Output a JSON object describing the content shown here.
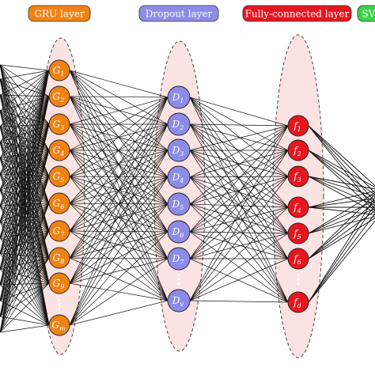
{
  "legend": [
    {
      "label": "GRU layer",
      "color": "#f08214"
    },
    {
      "label": "Dropout layer",
      "color": "#8c8ce8"
    },
    {
      "label": "Fully-connected layer",
      "color": "#e8141e"
    },
    {
      "label": "SVM",
      "color": "#3cd24a"
    }
  ],
  "layers": {
    "gru": {
      "color": "#f08214",
      "nodes": [
        "G",
        "G",
        "G",
        "G",
        "G",
        "G",
        "G",
        "G",
        "G",
        "G"
      ],
      "subscripts": [
        "1",
        "2",
        "3",
        "4",
        "5",
        "6",
        "7",
        "8",
        "9",
        "m"
      ],
      "ellipsis_after_index": 8
    },
    "dropout": {
      "color": "#8c8ce8",
      "nodes": [
        "D",
        "D",
        "D",
        "D",
        "D",
        "D",
        "D",
        "D"
      ],
      "subscripts": [
        "1",
        "2",
        "3",
        "4",
        "5",
        "6",
        "7",
        "v"
      ],
      "ellipsis_after_index": 6
    },
    "fc": {
      "color": "#e8141e",
      "nodes": [
        "f",
        "f",
        "f",
        "f",
        "f",
        "f",
        "f"
      ],
      "subscripts": [
        "1",
        "2",
        "3",
        "4",
        "5",
        "6",
        "d"
      ],
      "ellipsis_after_index": 5
    }
  },
  "band_color": "#fbe3e3",
  "ellipsis_glyph": "⋮"
}
